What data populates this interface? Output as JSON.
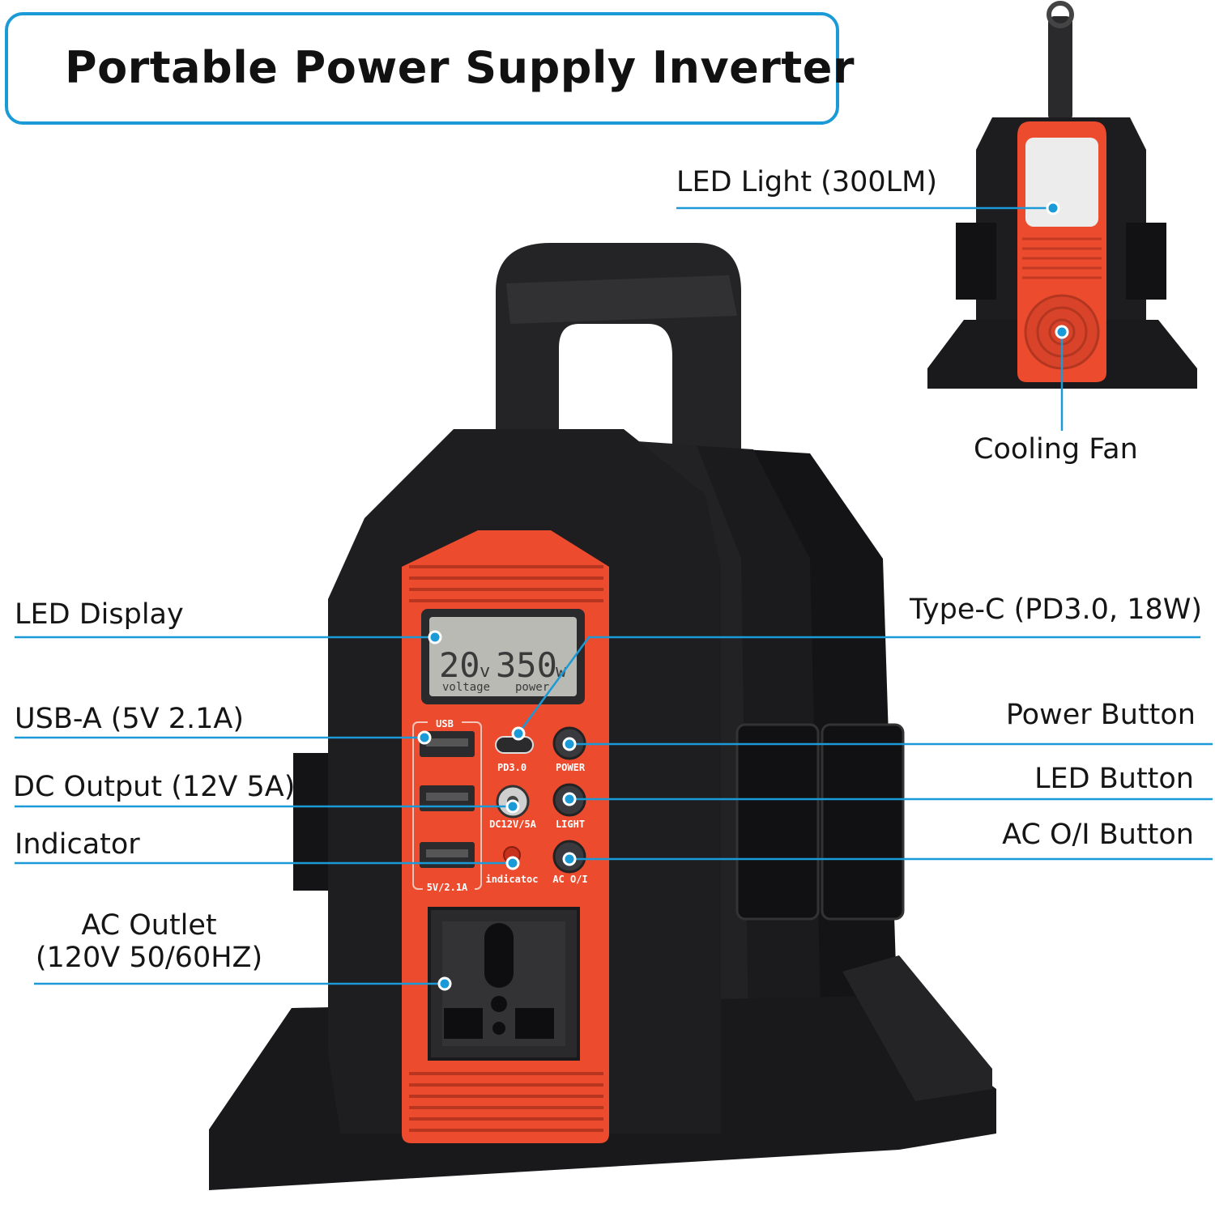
{
  "title": "Portable Power Supply Inverter",
  "colors": {
    "accent_line": "#1a9ad7",
    "body_black": "#1c1c1e",
    "panel_red": "#ec4b2e",
    "lcd_gray": "#b9bab4"
  },
  "callouts": {
    "led_light": "LED Light (300LM)",
    "cooling_fan": "Cooling Fan",
    "led_display": "LED Display",
    "type_c": "Type-C (PD3.0, 18W)",
    "usb_a": "USB-A (5V 2.1A)",
    "power_button": "Power Button",
    "dc_output": "DC Output (12V 5A)",
    "led_button": "LED Button",
    "indicator": "Indicator",
    "ac_button": "AC O/I Button",
    "ac_outlet_line1": "AC Outlet",
    "ac_outlet_line2": "(120V 50/60HZ)"
  },
  "device": {
    "lcd": {
      "voltage_value": "20",
      "voltage_unit": "v",
      "power_value": "350",
      "power_unit": "w",
      "voltage_label": "voltage",
      "power_label": "power"
    },
    "port_labels": {
      "usb": "USB",
      "pd": "PD3.0",
      "power": "POWER",
      "dc": "DC12V/5A",
      "light": "LIGHT",
      "indicator": "indicatoc",
      "ac": "AC O/I",
      "usb_rating": "5V/2.1A"
    }
  }
}
